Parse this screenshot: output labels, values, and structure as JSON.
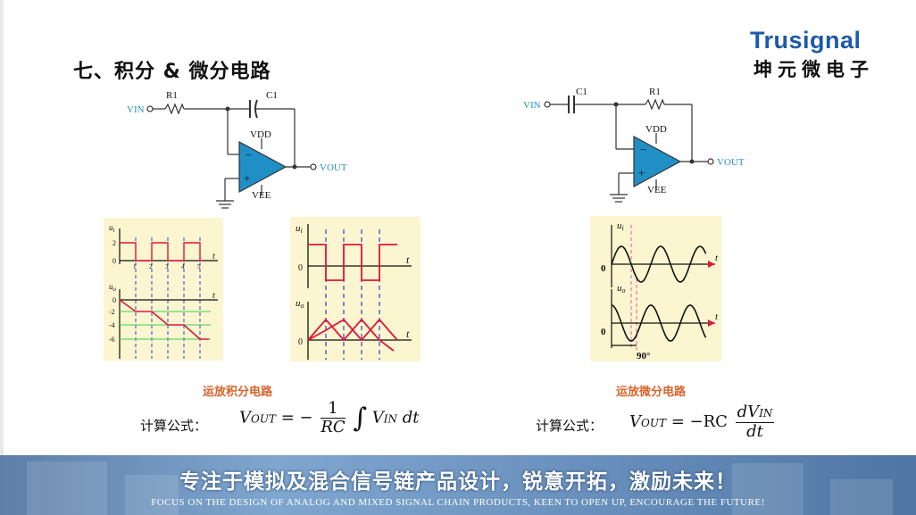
{
  "slide": {
    "title": "七、积分 & 微分电路",
    "brand_en": "Trusignal",
    "brand_cn": "坤元微电子"
  },
  "integrator": {
    "vin": "VIN",
    "r": "R1",
    "c": "C1",
    "vdd": "VDD",
    "vee": "VEE",
    "vout": "VOUT",
    "minus": "−",
    "plus": "+",
    "caption": "运放积分电路",
    "formula_label": "计算公式：",
    "formula": {
      "lhs": "V",
      "lhs_sub": "OUT",
      "eq": "= −",
      "num": "1",
      "den": "RC",
      "int": "∫",
      "v": "V",
      "v_sub": "IN",
      "dt": "dt"
    },
    "graph_a": {
      "ui": "u",
      "ui_sub": "i",
      "uo": "u",
      "uo_sub": "o",
      "t": "t",
      "zero": "0",
      "y2": "2",
      "y0": "0",
      "ym2": "-2",
      "ym4": "-4",
      "ym6": "-6",
      "ticks": [
        "1",
        "2",
        "3",
        "4",
        "5"
      ]
    },
    "graph_b": {
      "ui": "u",
      "ui_sub": "i",
      "uo": "u",
      "uo_sub": "o",
      "t": "t",
      "zero": "0"
    }
  },
  "differentiator": {
    "vin": "VIN",
    "r": "R1",
    "c": "C1",
    "vdd": "VDD",
    "vee": "VEE",
    "vout": "VOUT",
    "minus": "−",
    "plus": "+",
    "caption": "运放微分电路",
    "formula_label": "计算公式：",
    "formula": {
      "lhs": "V",
      "lhs_sub": "OUT",
      "eq": "= −RC",
      "num_v": "dV",
      "num_sub": "IN",
      "den": "dt"
    },
    "graph": {
      "ui": "u",
      "ui_sub": "i",
      "uo": "u",
      "uo_sub": "o",
      "t": "t",
      "zero": "0",
      "phase": "90°"
    }
  },
  "banner": {
    "slogan": "专注于模拟及混合信号链产品设计，锐意开拓，激励未来！",
    "slogan_en": "FOCUS ON THE DESIGN OF ANALOG AND MIXED SIGNAL CHAIN PRODUCTS, KEEN TO OPEN UP, ENCOURAGE THE FUTURE!"
  },
  "colors": {
    "brand_blue": "#1d5aa8",
    "opamp_fill": "#1f8fc6",
    "caption": "#d9632b",
    "signal_red": "#e3143c",
    "panel": "#fbf6cf",
    "dash_blue": "#2c3fd6"
  }
}
